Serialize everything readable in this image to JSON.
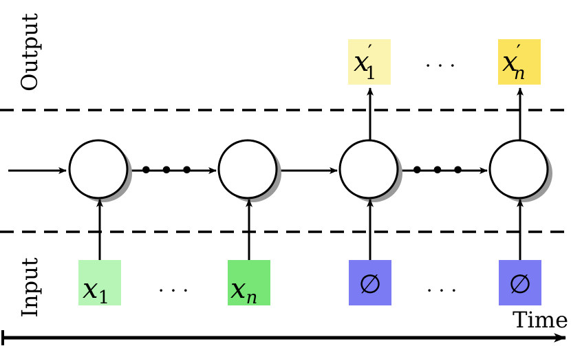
{
  "rows": {
    "output_label": "Output",
    "input_label": "Input"
  },
  "time_label": "Time",
  "outputs": [
    {
      "var": "x",
      "prime": "′",
      "sub": "1",
      "color": "#fbf3b0"
    },
    {
      "var": "x",
      "prime": "′",
      "sub": "n",
      "color": "#fbe35e"
    }
  ],
  "inputs": [
    {
      "var": "x",
      "sub": "1",
      "color": "#b6f5b6"
    },
    {
      "var": "x",
      "sub": "n",
      "color": "#77e677"
    },
    {
      "symbol": "∅",
      "color": "#7b7bf4"
    },
    {
      "symbol": "∅",
      "color": "#7b7bf4"
    }
  ],
  "ellipsis": {
    "text": "· · ·",
    "heavy": "• • •"
  }
}
